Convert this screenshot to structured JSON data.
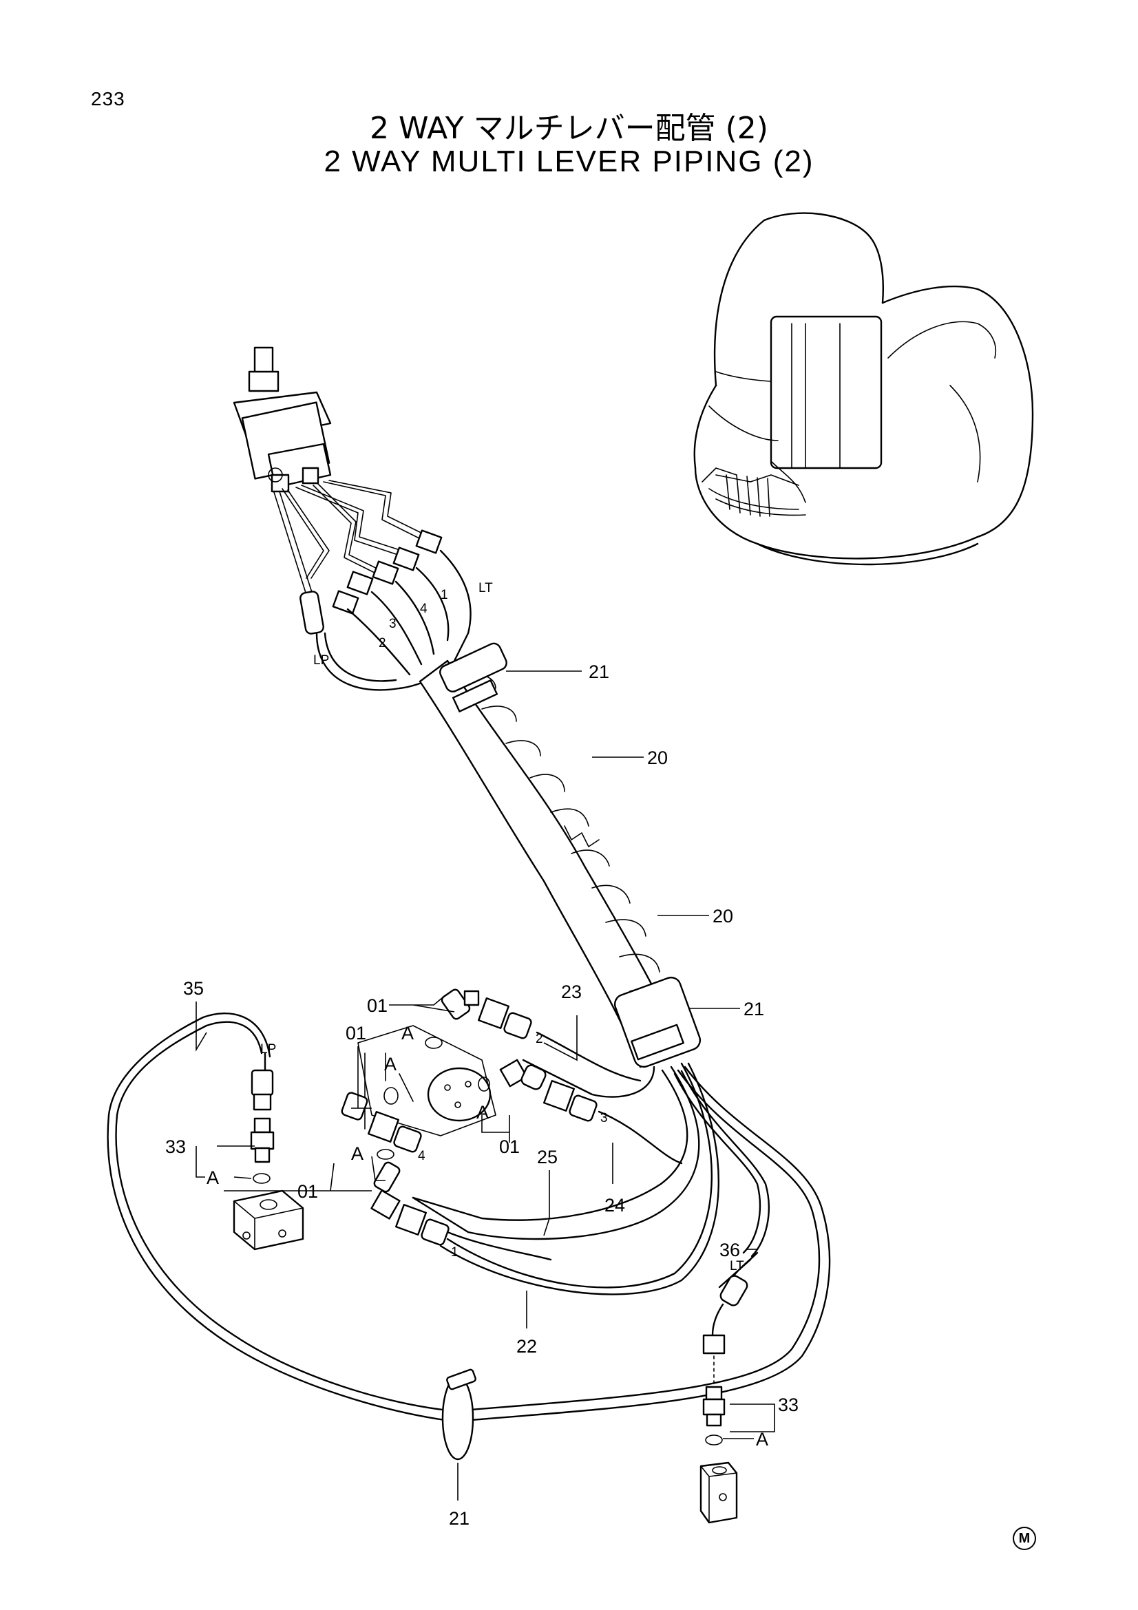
{
  "page_number": "233",
  "title_jp": "2 WAY マルチレバー配管 (2)",
  "title_en": "2 WAY MULTI LEVER PIPING (2)",
  "callouts": {
    "c21a": "21",
    "c20a": "20",
    "c20b": "20",
    "c21b": "21",
    "c23": "23",
    "c35": "35",
    "c01a": "01",
    "c01b": "01",
    "c01c": "01",
    "c01d": "01",
    "c33a": "33",
    "c33b": "33",
    "c25": "25",
    "c24": "24",
    "c36": "36",
    "c22": "22",
    "c21c": "21"
  },
  "port_labels": {
    "lp_top": "LP",
    "lt_top": "LT",
    "p1": "1",
    "p2": "2",
    "p3": "3",
    "p4": "4",
    "h2": "2",
    "h3": "3",
    "h4": "4",
    "h1": "1",
    "lp_bottom": "LP",
    "lt_bottom": "LT"
  },
  "detail_labels": {
    "a1": "A",
    "a2": "A",
    "a3": "A",
    "a4": "A",
    "a5": "A",
    "a6": "A"
  },
  "mark": "M"
}
